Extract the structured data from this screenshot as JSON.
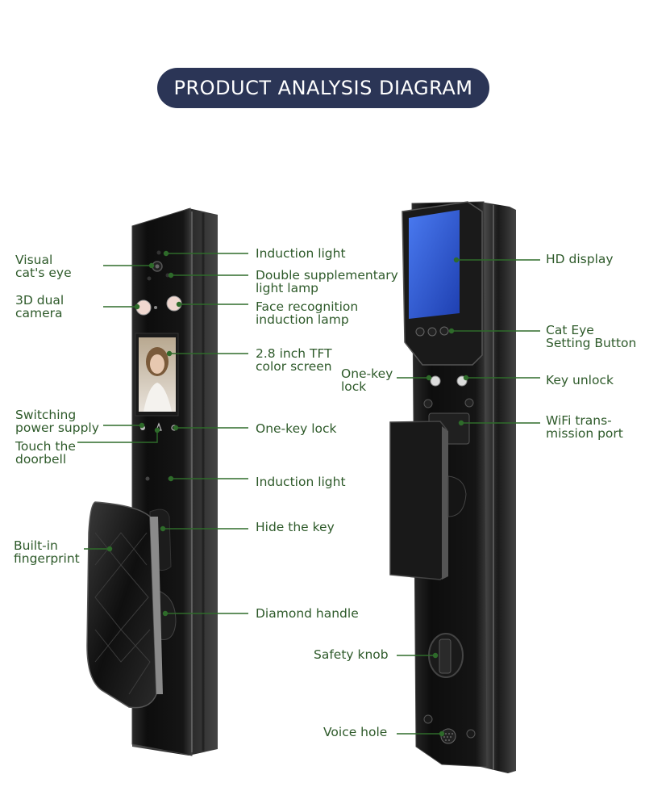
{
  "title": "PRODUCT ANALYSIS DIAGRAM",
  "colors": {
    "title_bg": "#2b3556",
    "label": "#2e5a2a",
    "leader": "#2e6b2a",
    "lock_body": "#111111",
    "screen_blue": "#2f5bd8"
  },
  "left_lock": {
    "labels_left": [
      {
        "id": "visual-cats-eye",
        "lines": [
          "Visual",
          "cat's eye"
        ]
      },
      {
        "id": "3d-dual-camera",
        "lines": [
          "3D dual",
          "camera"
        ]
      },
      {
        "id": "switching-power-supply",
        "lines": [
          "Switching",
          "power supply"
        ]
      },
      {
        "id": "touch-the-doorbell",
        "lines": [
          "Touch the",
          "doorbell"
        ]
      },
      {
        "id": "built-in-fingerprint",
        "lines": [
          "Built-in",
          "fingerprint"
        ]
      }
    ],
    "labels_right": [
      {
        "id": "induction-light-top",
        "lines": [
          "Induction light"
        ]
      },
      {
        "id": "double-supplementary-light-lamp",
        "lines": [
          "Double supplementary",
          "light lamp"
        ]
      },
      {
        "id": "face-recognition-induction-lamp",
        "lines": [
          "Face recognition",
          "induction lamp"
        ]
      },
      {
        "id": "tft-color-screen",
        "lines": [
          "2.8 inch TFT",
          "color screen"
        ]
      },
      {
        "id": "one-key-lock-left",
        "lines": [
          "One-key lock"
        ]
      },
      {
        "id": "induction-light-middle",
        "lines": [
          "Induction light"
        ]
      },
      {
        "id": "hide-the-key",
        "lines": [
          "Hide the key"
        ]
      },
      {
        "id": "diamond-handle",
        "lines": [
          "Diamond handle"
        ]
      }
    ]
  },
  "right_lock": {
    "labels_right": [
      {
        "id": "hd-display",
        "lines": [
          "HD display"
        ]
      },
      {
        "id": "cat-eye-setting-button",
        "lines": [
          "Cat Eye",
          "Setting Button"
        ]
      },
      {
        "id": "key-unlock",
        "lines": [
          "Key unlock"
        ]
      },
      {
        "id": "wifi-transmission-port",
        "lines": [
          "WiFi trans-",
          "mission port"
        ]
      }
    ],
    "labels_left": [
      {
        "id": "one-key-lock-right",
        "lines": [
          "One-key",
          "lock"
        ]
      },
      {
        "id": "safety-knob",
        "lines": [
          "Safety knob"
        ]
      },
      {
        "id": "voice-hole",
        "lines": [
          "Voice hole"
        ]
      }
    ]
  }
}
